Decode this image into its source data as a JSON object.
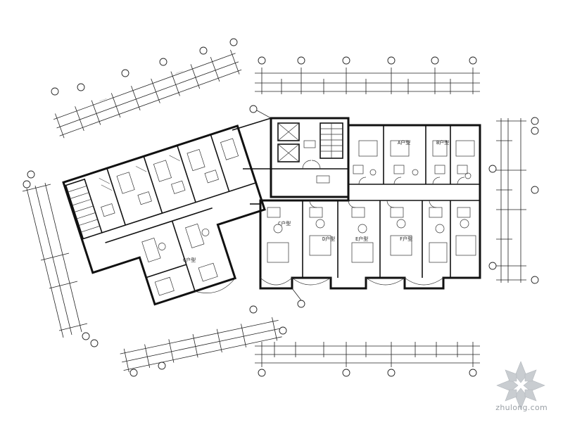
{
  "plan": {
    "rooms": [
      {
        "id": "C1",
        "label": "C户型"
      },
      {
        "id": "D1",
        "label": "D户型"
      },
      {
        "id": "E1",
        "label": "E户型"
      },
      {
        "id": "F1",
        "label": "F户型"
      },
      {
        "id": "A1",
        "label": "A户型"
      },
      {
        "id": "B1",
        "label": "B户型"
      },
      {
        "id": "G1",
        "label": "G户型"
      }
    ]
  },
  "watermark": {
    "text": "zhulong.com",
    "color": "#9aa0a6"
  }
}
